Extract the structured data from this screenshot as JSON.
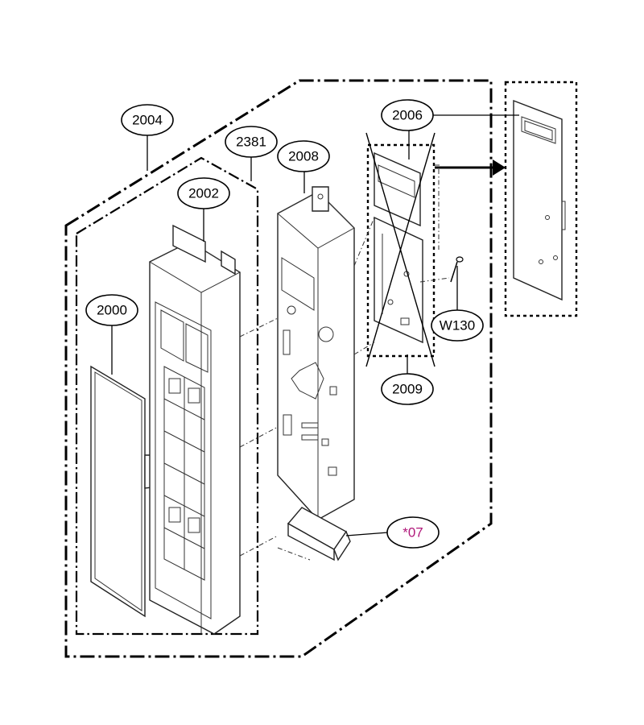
{
  "diagram": {
    "callouts": [
      {
        "id": "2004",
        "label": "2004",
        "color": "#000000"
      },
      {
        "id": "2381",
        "label": "2381",
        "color": "#000000"
      },
      {
        "id": "2008",
        "label": "2008",
        "color": "#000000"
      },
      {
        "id": "2002",
        "label": "2002",
        "color": "#000000"
      },
      {
        "id": "2000",
        "label": "2000",
        "color": "#000000"
      },
      {
        "id": "2006",
        "label": "2006",
        "color": "#000000"
      },
      {
        "id": "2009",
        "label": "2009",
        "color": "#000000"
      },
      {
        "id": "W130",
        "label": "W130",
        "color": "#000000"
      },
      {
        "id": "07",
        "label": "*07",
        "color": "#b0187a"
      }
    ]
  }
}
